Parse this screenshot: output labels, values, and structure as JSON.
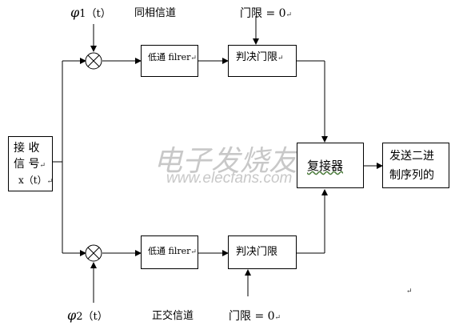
{
  "diagram": {
    "phi1": "φ",
    "phi1_sub": "1（t）",
    "phi2": "φ",
    "phi2_sub": "2（t）",
    "in_phase_channel": "同相信道",
    "quadrature_channel": "正交信道",
    "threshold_top": "门限 = 0",
    "threshold_bottom": "门限 = 0",
    "receiver_line1": "接 收",
    "receiver_line2": "信 号",
    "receiver_line3": "x（t）",
    "lpf_top": "低通 filrer",
    "lpf_bottom": "低通 filrer",
    "decision_top": "判决门限",
    "decision_bottom": "判决门限",
    "multiplexer": "复接器",
    "output_line1": "发送二进",
    "output_line2": "制序列的",
    "paragraph_mark": "↵",
    "watermark_cn": "电子发烧友网",
    "watermark_en": "www.elecfans.com"
  }
}
